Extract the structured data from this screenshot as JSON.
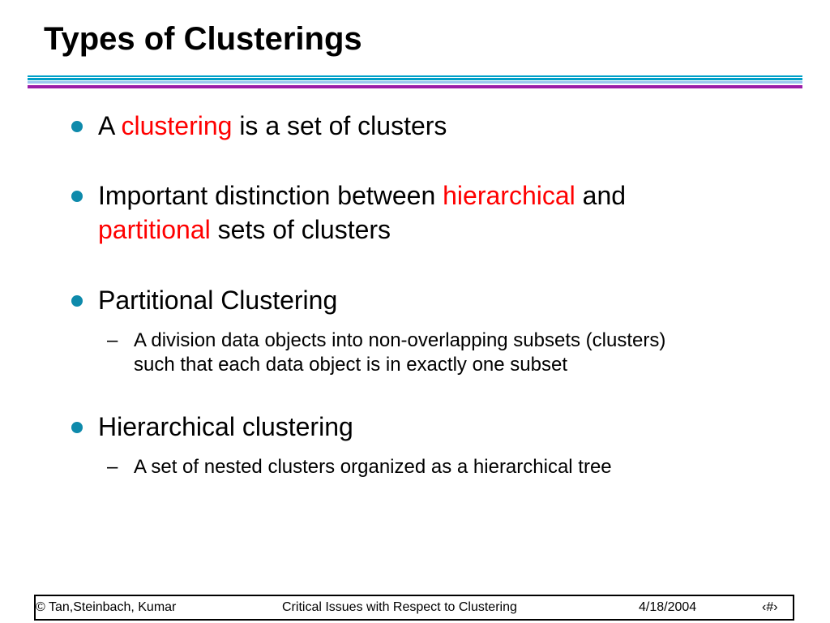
{
  "slide": {
    "title": "Types of Clusterings",
    "bullets": [
      {
        "segments": [
          {
            "text": "A ",
            "color": "#000000"
          },
          {
            "text": "clustering",
            "color": "#ff0000"
          },
          {
            "text": " is a set of clusters",
            "color": "#000000"
          }
        ]
      },
      {
        "line1": [
          {
            "text": "Important distinction between ",
            "color": "#000000"
          },
          {
            "text": "hierarchical",
            "color": "#ff0000"
          },
          {
            "text": " and",
            "color": "#000000"
          }
        ],
        "line2": [
          {
            "text": "partitional",
            "color": "#ff0000"
          },
          {
            "text": " sets of clusters",
            "color": "#000000"
          }
        ]
      },
      {
        "text": "Partitional Clustering",
        "sub": {
          "dash": "–",
          "line1": "A division data objects into non-overlapping subsets (clusters)",
          "line2": "such that each data object is in exactly one subset"
        }
      },
      {
        "text": "Hierarchical clustering",
        "sub": {
          "dash": "–",
          "line1": "A set of nested clusters organized as a hierarchical tree"
        }
      }
    ]
  },
  "footer": {
    "copyright": "© Tan,Steinbach, Kumar",
    "course": "Critical Issues with Respect to Clustering",
    "date": "4/18/2004",
    "page": "‹#›"
  },
  "colors": {
    "accent_red": "#ff0000",
    "bullet": "#0e8aab",
    "rule_teal": "#00a0c8",
    "rule_light_blue": "#9bc8f0",
    "rule_purple": "#9b1da8"
  }
}
